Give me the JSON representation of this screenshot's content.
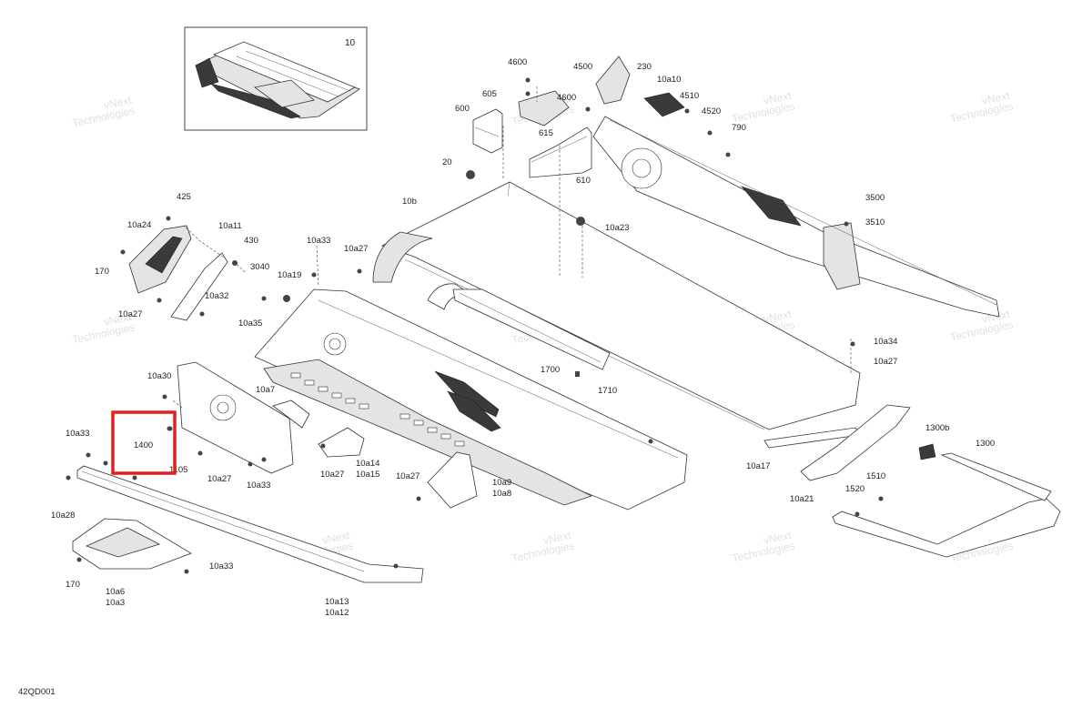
{
  "diagram_id": "42QD001",
  "watermark": {
    "line1": "vNext",
    "line2": "Technologies",
    "full": "vNext Technologies"
  },
  "inset": {
    "label": "10"
  },
  "highlight": {
    "label": "1400",
    "color": "#dd2222"
  },
  "callouts": [
    "4600",
    "4500",
    "230",
    "10a10",
    "605",
    "4600",
    "4510",
    "600",
    "4520",
    "615",
    "790",
    "610",
    "20",
    "10b",
    "10a23",
    "3500",
    "3510",
    "425",
    "10a24",
    "10a11",
    "430",
    "170",
    "10a33",
    "10a27",
    "3040",
    "10a19",
    "10a32",
    "10a27",
    "10a35",
    "1700",
    "1710",
    "10a34",
    "10a27",
    "10a30",
    "10a7",
    "10a33",
    "1300b",
    "1300",
    "1105",
    "10a27",
    "10a33",
    "10a27",
    "10a14",
    "10a15",
    "10a27",
    "10a9",
    "10a8",
    "10a17",
    "1510",
    "1520",
    "10a21",
    "10a28",
    "10a33",
    "170",
    "10a6",
    "10a3",
    "10a13",
    "10a12"
  ]
}
